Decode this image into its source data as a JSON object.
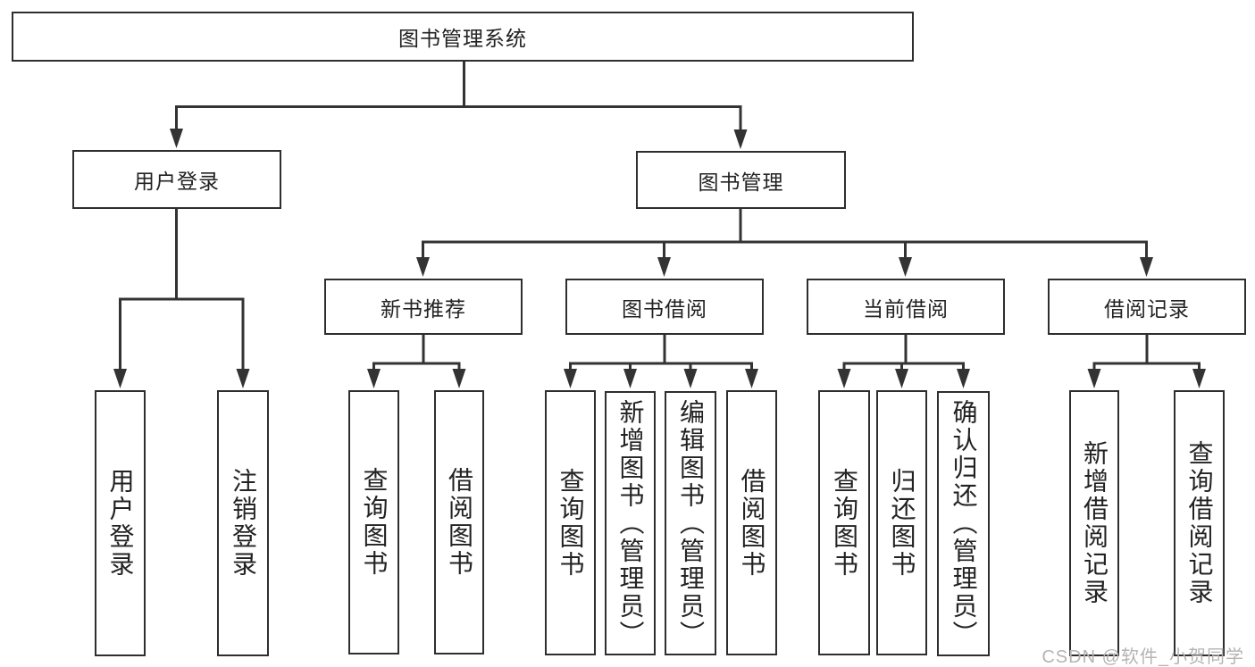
{
  "diagram": {
    "title": "图书管理系统",
    "level2": {
      "user_login": "用户登录",
      "book_mgmt": "图书管理"
    },
    "level3": {
      "new_books": "新书推荐",
      "book_borrow": "图书借阅",
      "current_borrow": "当前借阅",
      "borrow_records": "借阅记录"
    },
    "leaves": {
      "user_login": [
        "用户登录",
        "注销登录"
      ],
      "new_books": [
        "查询图书",
        "借阅图书"
      ],
      "book_borrow": [
        "查询图书",
        "新增图书（管理员）",
        "编辑图书（管理员）",
        "借阅图书"
      ],
      "current_borrow": [
        "查询图书",
        "归还图书",
        "确认归还（管理员）"
      ],
      "borrow_records": [
        "新增借阅记录",
        "查询借阅记录"
      ]
    }
  },
  "watermark": "CSDN @软件_小贺同学",
  "colors": {
    "line": "#333333",
    "box_border": "#2e2e2e",
    "text": "#222222",
    "background": "#ffffff",
    "watermark": "#b4b4b4"
  }
}
